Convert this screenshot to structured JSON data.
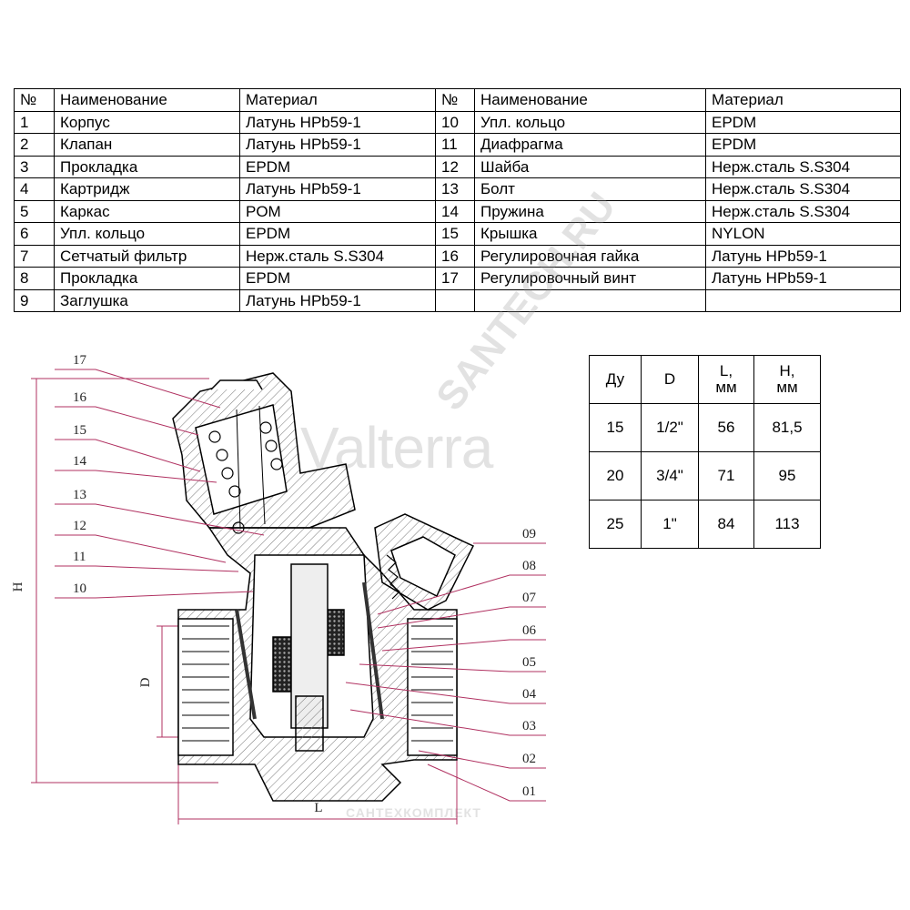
{
  "parts_table": {
    "headers": [
      "№",
      "Наименование",
      "Материал",
      "№",
      "Наименование",
      "Материал"
    ],
    "rows": [
      [
        "1",
        "Корпус",
        "Латунь HPb59-1",
        "10",
        "Упл. кольцо",
        "EPDM"
      ],
      [
        "2",
        "Клапан",
        "Латунь HPb59-1",
        "11",
        "Диафрагма",
        "EPDM"
      ],
      [
        "3",
        "Прокладка",
        "EPDM",
        "12",
        "Шайба",
        "Нерж.сталь S.S304"
      ],
      [
        "4",
        "Картридж",
        "Латунь HPb59-1",
        "13",
        "Болт",
        "Нерж.сталь S.S304"
      ],
      [
        "5",
        "Каркас",
        "POM",
        "14",
        "Пружина",
        "Нерж.сталь S.S304"
      ],
      [
        "6",
        "Упл. кольцо",
        "EPDM",
        "15",
        "Крышка",
        "NYLON"
      ],
      [
        "7",
        "Сетчатый фильтр",
        "Нерж.сталь S.S304",
        "16",
        "Регулировочная гайка",
        "Латунь HPb59-1"
      ],
      [
        "8",
        "Прокладка",
        "EPDM",
        "17",
        "Регулировочный винт",
        "Латунь HPb59-1"
      ],
      [
        "9",
        "Заглушка",
        "Латунь HPb59-1",
        "",
        "",
        ""
      ]
    ]
  },
  "dims_table": {
    "headers": [
      "Ду",
      "D",
      "L,\nмм",
      "H,\nмм"
    ],
    "rows": [
      [
        "15",
        "1/2\"",
        "56",
        "81,5"
      ],
      [
        "20",
        "3/4\"",
        "71",
        "95"
      ],
      [
        "25",
        "1\"",
        "84",
        "113"
      ]
    ]
  },
  "drawing": {
    "left_callouts": [
      "17",
      "16",
      "15",
      "14",
      "13",
      "12",
      "11",
      "10"
    ],
    "right_callouts": [
      "09",
      "08",
      "07",
      "06",
      "05",
      "04",
      "03",
      "02",
      "01"
    ],
    "dim_labels": {
      "height": "H",
      "diameter": "D",
      "length": "L"
    },
    "leader_color": "#b03060"
  },
  "watermarks": {
    "brand": "Valterra",
    "site": "SANTECH.RU",
    "footer": "САНТЕХКОМПЛЕКТ"
  }
}
